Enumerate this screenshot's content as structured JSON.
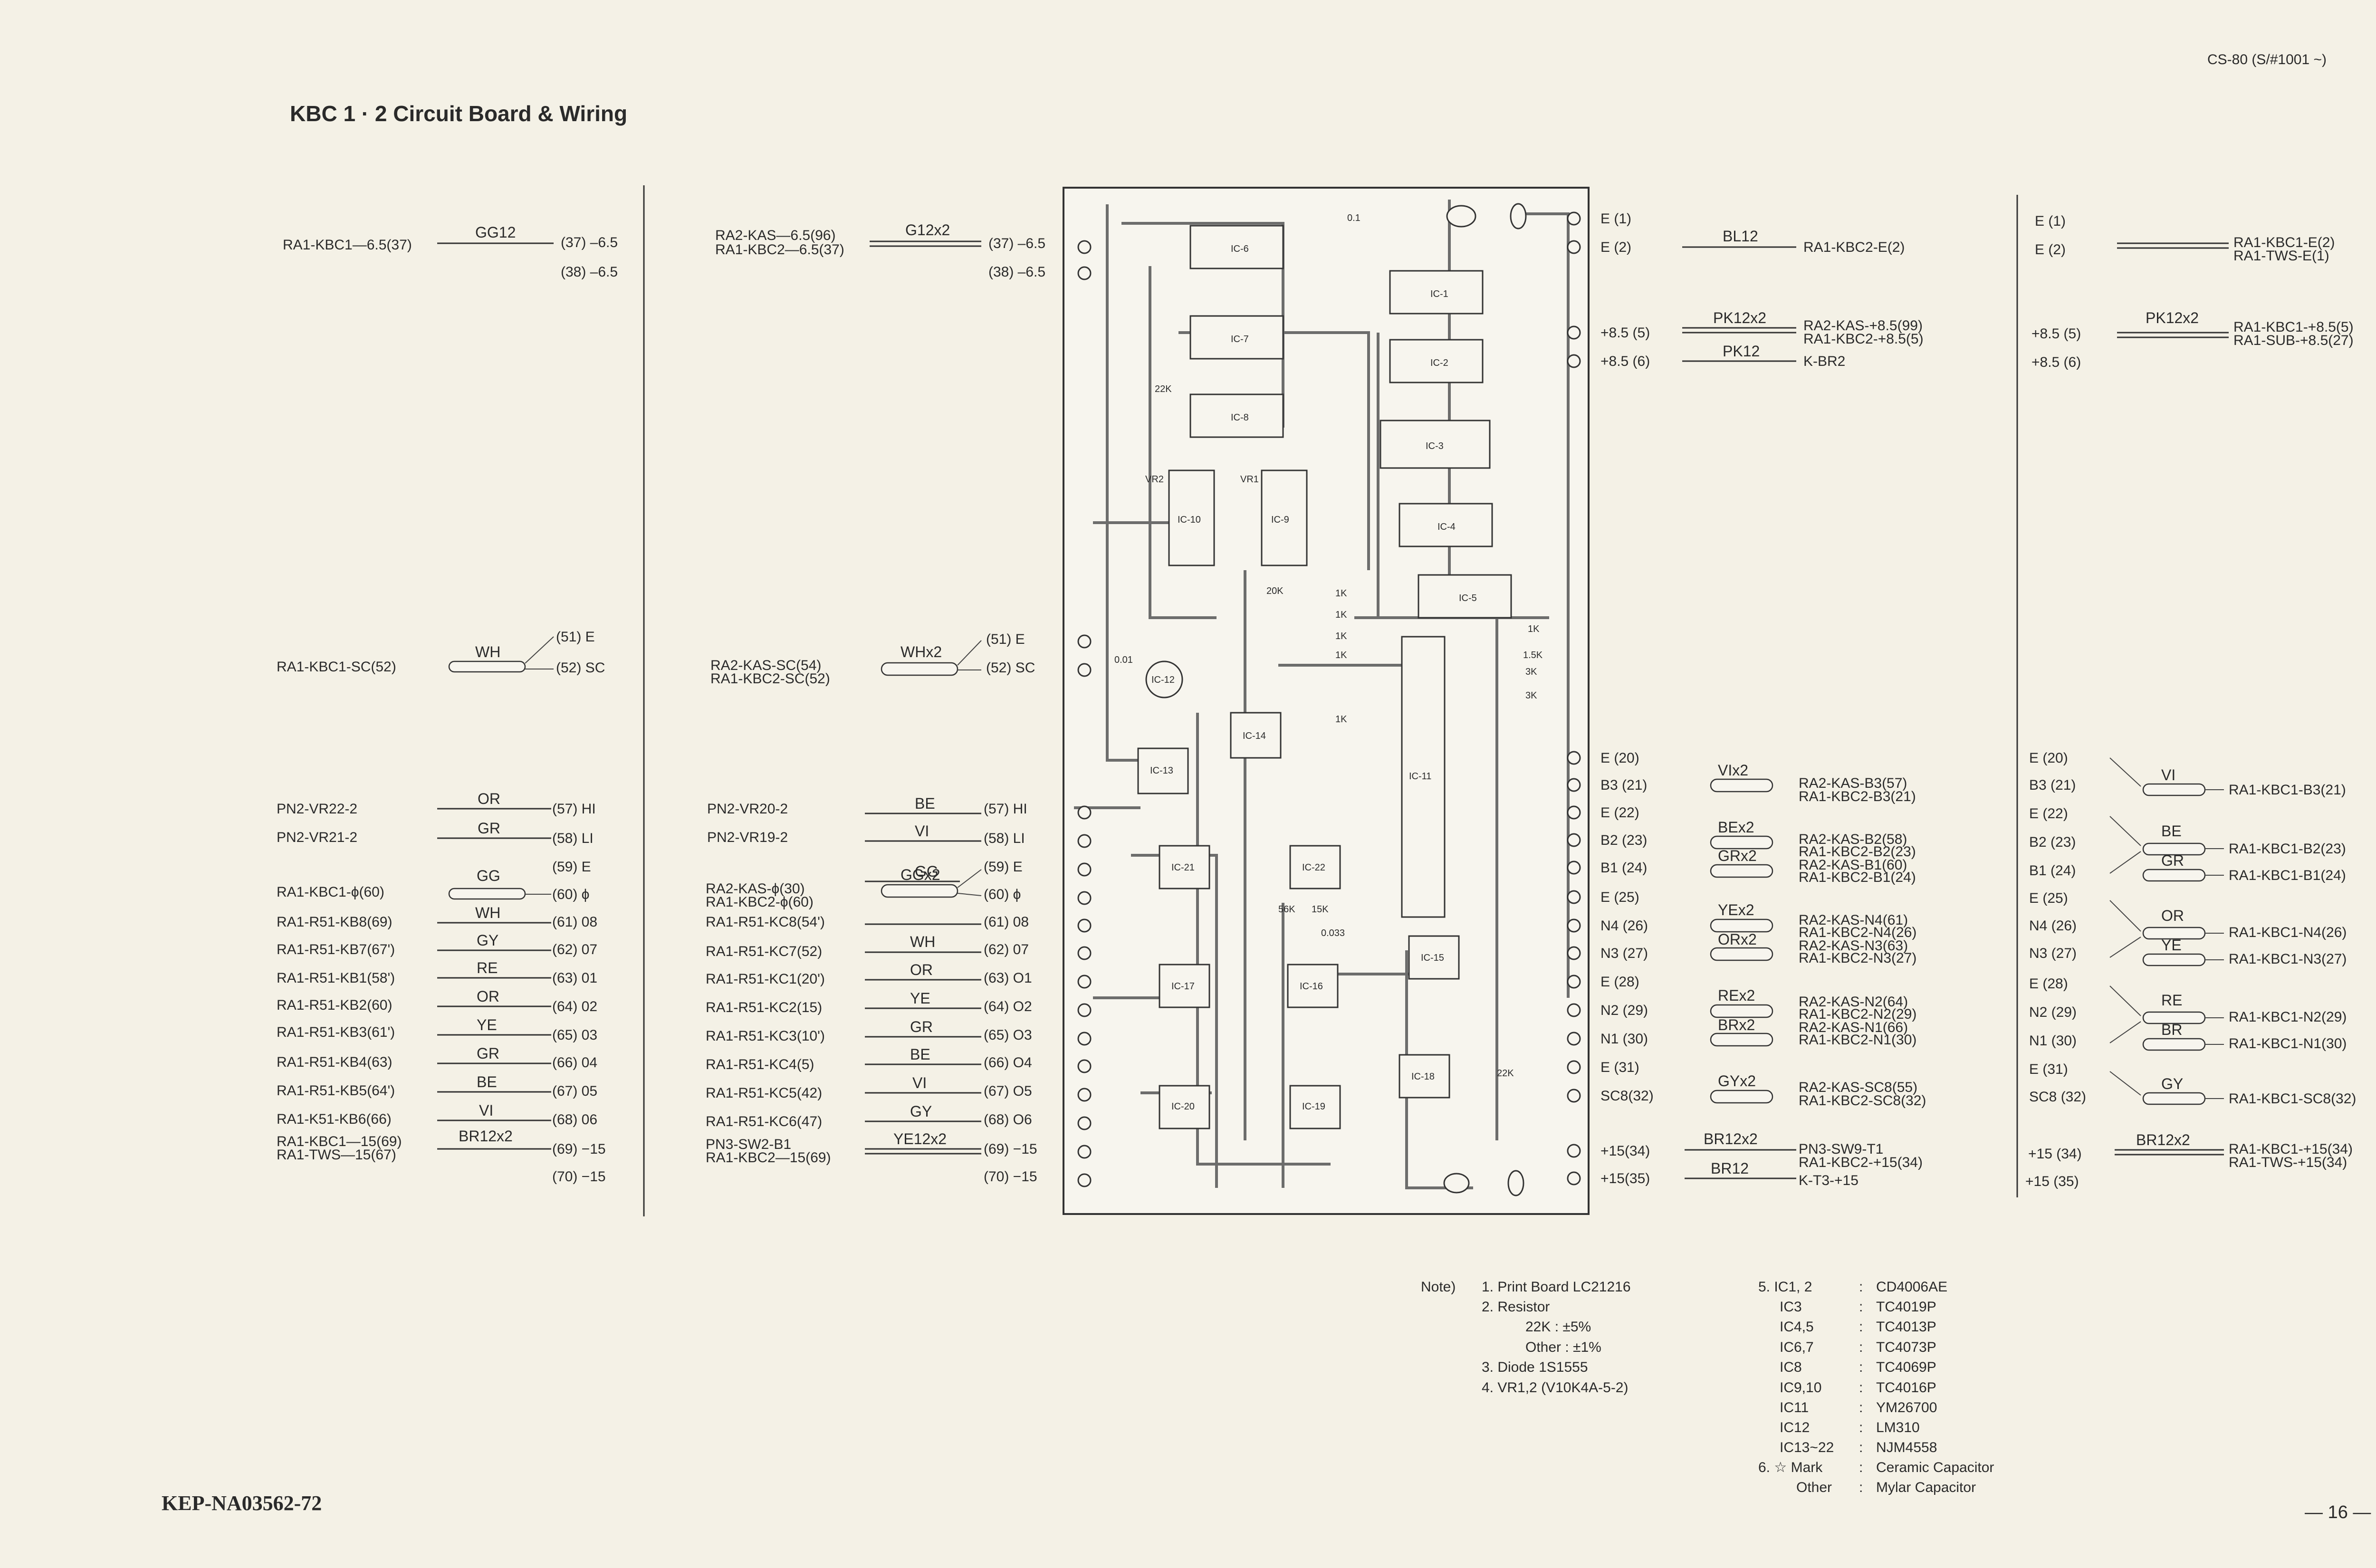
{
  "header": {
    "title": "KBC 1 · 2 Circuit Board & Wiring",
    "model": "CS-80 (S/#1001 ~)"
  },
  "footer": {
    "code": "KEP-NA03562-72",
    "page": "— 16 —"
  },
  "block1": {
    "pins": [
      "(37) –6.5",
      "(38) –6.5",
      "(51) E",
      "(52) SC",
      "(57) HI",
      "(58) LI",
      "(59) E",
      "(60) ϕ",
      "(61) 08",
      "(62) 07",
      "(63) 01",
      "(64) 02",
      "(65) 03",
      "(66) 04",
      "(67) 05",
      "(68) 06",
      "(69) −15",
      "(70) −15"
    ],
    "colors": [
      "GG12",
      "WH",
      "OR",
      "GR",
      "GG",
      "WH",
      "GY",
      "RE",
      "OR",
      "YE",
      "GR",
      "BE",
      "VI",
      "BR12x2"
    ],
    "sources": [
      "RA1-KBC1—6.5(37)",
      "RA1-KBC1-SC(52)",
      "PN2-VR22-2",
      "PN2-VR21-2",
      "RA1-KBC1-ϕ(60)",
      "RA1-R51-KB8(69)",
      "RA1-R51-KB7(67')",
      "RA1-R51-KB1(58')",
      "RA1-R51-KB2(60)",
      "RA1-R51-KB3(61')",
      "RA1-R51-KB4(63)",
      "RA1-R51-KB5(64')",
      "RA1-K51-KB6(66)",
      "RA1-KBC1—15(69)",
      "RA1-TWS—15(67)"
    ]
  },
  "block2": {
    "pins": [
      "(37) –6.5",
      "(38) –6.5",
      "(51) E",
      "(52) SC",
      "(57) HI",
      "(58) LI",
      "(59) E",
      "(60) ϕ",
      "(61) 08",
      "(62) 07",
      "(63) O1",
      "(64) O2",
      "(65) O3",
      "(66) O4",
      "(67) O5",
      "(68) O6",
      "(69) −15",
      "(70) −15"
    ],
    "colors": [
      "G12x2",
      "WHx2",
      "BE",
      "VI",
      "GG",
      "GGx2",
      "WH",
      "OR",
      "YE",
      "GR",
      "BE",
      "VI",
      "GY",
      "YE12x2"
    ],
    "sources": [
      "RA2-KAS—6.5(96)",
      "RA1-KBC2—6.5(37)",
      "RA2-KAS-SC(54)",
      "RA1-KBC2-SC(52)",
      "PN2-VR20-2",
      "PN2-VR19-2",
      "RA2-KAS-ϕ(30)",
      "RA1-KBC2-ϕ(60)",
      "RA1-R51-KC8(54')",
      "RA1-R51-KC7(52)",
      "RA1-R51-KC1(20')",
      "RA1-R51-KC2(15)",
      "RA1-R51-KC3(10')",
      "RA1-R51-KC4(5)",
      "RA1-R51-KC5(42)",
      "RA1-R51-KC6(47)",
      "PN3-SW2-B1",
      "RA1-KBC2—15(69)"
    ]
  },
  "board": {
    "ics": [
      "IC-6",
      "IC-7",
      "IC-8",
      "IC-1",
      "IC-2",
      "IC-3",
      "IC-4",
      "IC-5",
      "IC-10",
      "IC-9",
      "IC-12",
      "IC-13",
      "IC-14",
      "IC-11",
      "IC-21",
      "IC-22",
      "IC-17",
      "IC-16",
      "IC-15",
      "IC-20",
      "IC-19",
      "IC-18"
    ],
    "values": [
      "22K",
      "20K",
      "1K",
      "1K",
      "1K",
      "1K",
      "1K",
      "1.5K",
      "3K",
      "3K",
      "1K",
      "0.1",
      "0.01",
      "0.033",
      "56K",
      "15K",
      "22K",
      "VR1",
      "VR2"
    ]
  },
  "block3": {
    "pins": [
      "E (1)",
      "E (2)",
      "+8.5 (5)",
      "+8.5 (6)",
      "E (20)",
      "B3 (21)",
      "E (22)",
      "B2 (23)",
      "B1 (24)",
      "E (25)",
      "N4 (26)",
      "N3 (27)",
      "E (28)",
      "N2 (29)",
      "N1 (30)",
      "E (31)",
      "SC8(32)",
      "+15(34)",
      "+15(35)"
    ],
    "colors": [
      "BL12",
      "PK12x2",
      "PK12",
      "VIx2",
      "BEx2",
      "GRx2",
      "YEx2",
      "ORx2",
      "REx2",
      "BRx2",
      "GYx2",
      "BR12x2",
      "BR12"
    ],
    "dest": [
      "RA1-KBC2-E(2)",
      "RA2-KAS-+8.5(99)",
      "RA1-KBC2-+8.5(5)",
      "K-BR2",
      "RA2-KAS-B3(57)",
      "RA1-KBC2-B3(21)",
      "RA2-KAS-B2(58)",
      "RA1-KBC2-B2(23)",
      "RA2-KAS-B1(60)",
      "RA1-KBC2-B1(24)",
      "RA2-KAS-N4(61)",
      "RA1-KBC2-N4(26)",
      "RA2-KAS-N3(63)",
      "RA1-KBC2-N3(27)",
      "RA2-KAS-N2(64)",
      "RA1-KBC2-N2(29)",
      "RA2-KAS-N1(66)",
      "RA1-KBC2-N1(30)",
      "RA2-KAS-SC8(55)",
      "RA1-KBC2-SC8(32)",
      "PN3-SW9-T1",
      "RA1-KBC2-+15(34)",
      "K-T3-+15"
    ]
  },
  "block4": {
    "pins": [
      "E (1)",
      "E (2)",
      "+8.5 (5)",
      "+8.5 (6)",
      "E (20)",
      "B3 (21)",
      "E (22)",
      "B2 (23)",
      "B1 (24)",
      "E (25)",
      "N4 (26)",
      "N3 (27)",
      "E (28)",
      "N2 (29)",
      "N1 (30)",
      "E (31)",
      "SC8 (32)",
      "+15 (34)",
      "+15 (35)"
    ],
    "colors": [
      "PK12x2",
      "VI",
      "BE",
      "GR",
      "OR",
      "YE",
      "RE",
      "BR",
      "GY",
      "BR12x2"
    ],
    "dest": [
      "RA1-KBC1-E(2)",
      "RA1-TWS-E(1)",
      "RA1-KBC1-+8.5(5)",
      "RA1-SUB-+8.5(27)",
      "RA1-KBC1-B3(21)",
      "RA1-KBC1-B2(23)",
      "RA1-KBC1-B1(24)",
      "RA1-KBC1-N4(26)",
      "RA1-KBC1-N3(27)",
      "RA1-KBC1-N2(29)",
      "RA1-KBC1-N1(30)",
      "RA1-KBC1-SC8(32)",
      "RA1-KBC1-+15(34)",
      "RA1-TWS-+15(34)"
    ]
  },
  "notes": {
    "head": "Note)",
    "lines": [
      "1.  Print Board     LC21216",
      "2.  Resistor",
      "22K   :   ±5%",
      "Other :   ±1%",
      "3.  Diode   1S1555",
      "4.  VR1,2           (V10K4A-5-2)"
    ],
    "ic_list": [
      {
        "k": "5.  IC1, 2",
        "v": "CD4006AE"
      },
      {
        "k": "IC3",
        "v": "TC4019P"
      },
      {
        "k": "IC4,5",
        "v": "TC4013P"
      },
      {
        "k": "IC6,7",
        "v": "TC4073P"
      },
      {
        "k": "IC8",
        "v": "TC4069P"
      },
      {
        "k": "IC9,10",
        "v": "TC4016P"
      },
      {
        "k": "IC11",
        "v": "YM26700"
      },
      {
        "k": "IC12",
        "v": "LM310"
      },
      {
        "k": "IC13~22",
        "v": "NJM4558"
      },
      {
        "k": "6.  ☆ Mark",
        "v": "Ceramic Capacitor"
      },
      {
        "k": "Other",
        "v": "Mylar Capacitor"
      }
    ]
  }
}
